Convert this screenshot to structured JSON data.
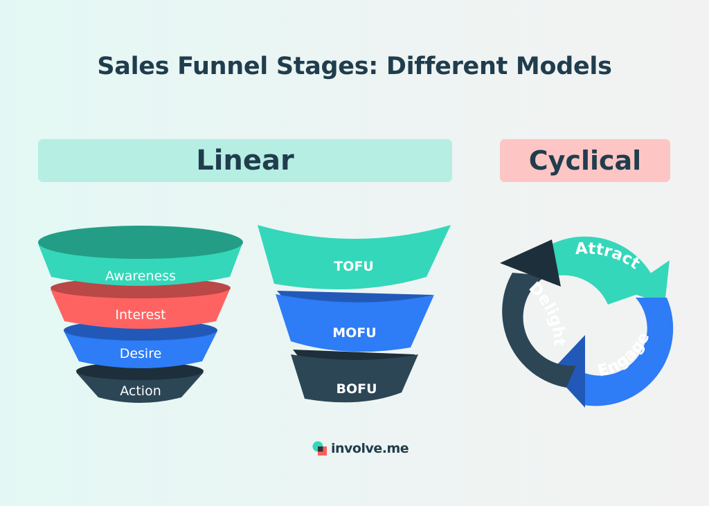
{
  "title": "Sales Funnel Stages: Different Models",
  "sections": {
    "linear": "Linear",
    "cyclical": "Cyclical"
  },
  "linear_funnel": {
    "stages": [
      "Awareness",
      "Interest",
      "Desire",
      "Action"
    ]
  },
  "spiral_funnel": {
    "stages": [
      "TOFU",
      "MOFU",
      "BOFU"
    ]
  },
  "cycle": {
    "stages": [
      "Attract",
      "Engage",
      "Delight"
    ]
  },
  "brand": {
    "name": "involve.me"
  },
  "colors": {
    "teal": "#34d7b9",
    "teal_dark": "#239d86",
    "red": "#ff6361",
    "red_dark": "#b94846",
    "blue": "#2e7cf6",
    "blue_dark": "#2259b8",
    "navy": "#2c4656",
    "navy_dark": "#1d2f3a"
  }
}
